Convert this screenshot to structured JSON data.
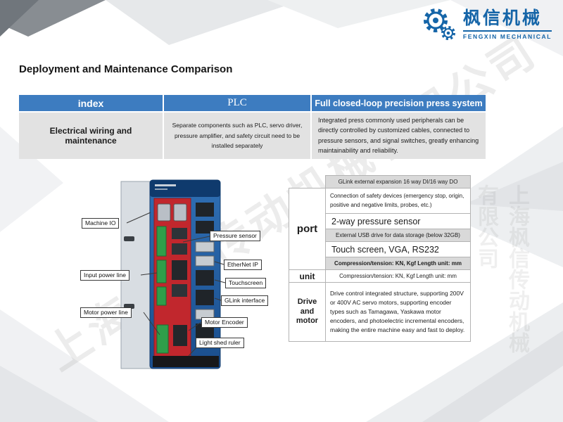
{
  "logo": {
    "brand_cn": "枫信机械",
    "brand_en": "FENGXIN MECHANICAL"
  },
  "title": "Deployment and Maintenance Comparison",
  "watermark": "上海枫信传动机械有限公司",
  "comparison_table": {
    "headers": [
      "index",
      "PLC",
      "Full closed-loop precision press system"
    ],
    "row": {
      "index": "Electrical wiring and maintenance",
      "plc": "Separate components such as PLC, servo driver, pressure amplifier, and safety circuit need to be installed separately",
      "system": "Integrated press commonly used peripherals can be directly controlled by customized cables, connected to pressure sensors, and signal switches, greatly enhancing maintainability and reliability."
    }
  },
  "device": {
    "callouts": [
      "Machine IO",
      "Pressure sensor",
      "Input power line",
      "EtherNet IP",
      "Touchscreen",
      "GLink interface",
      "Motor power line",
      "Motor Encoder",
      "Light shed ruler"
    ]
  },
  "spec_table": {
    "sections": {
      "port": "port",
      "unit": "unit",
      "drive": "Drive and motor"
    },
    "rows": {
      "glink": "GLink external expansion 16 way DI/16 way DO",
      "safety": "Connection of safety devices (emergency stop, origin, positive and negative limits, probes, etc.)",
      "pressure": "2-way pressure sensor",
      "usb": "External USB drive for data storage (below 32GB)",
      "touch": "Touch screen, VGA, RS232",
      "compression_header": "Compression/tension: KN, Kgf Length unit: mm",
      "compression_unit": "Compression/tension: KN, Kgf Length unit: mm",
      "drive_motor": "Drive control integrated structure, supporting 200V or 400V AC servo motors, supporting encoder types such as Tamagawa, Yaskawa motor encoders, and photoelectric incremental encoders, making the entire machine easy and fast to deploy."
    }
  },
  "colors": {
    "header_blue": "#3d7cc0",
    "brand_blue": "#1565a8",
    "device_red": "#c1272d"
  }
}
